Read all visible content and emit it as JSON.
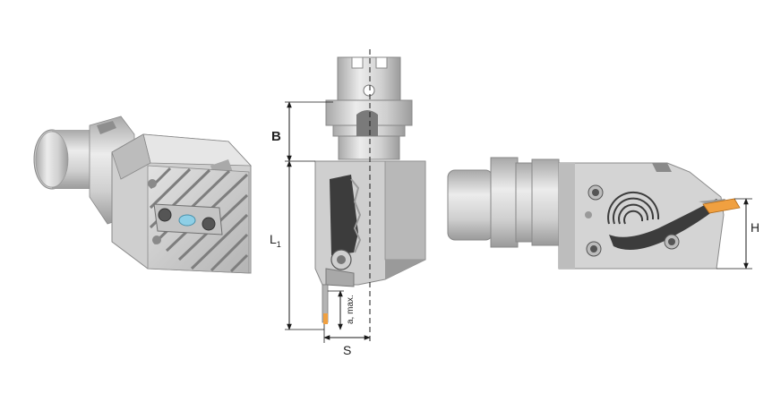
{
  "figure": {
    "views": [
      "isometric-view",
      "front-view",
      "side-view"
    ],
    "dimension_labels": {
      "B": "B",
      "L1_main": "L",
      "L1_sub": "1",
      "a_max": "a, max.",
      "S": "S",
      "H": "H"
    },
    "colors": {
      "body_light": "#d9d9d9",
      "body_mid": "#bdbdbd",
      "body_dark": "#9a9a9a",
      "insert_orange": "#f0a040",
      "slot_dark": "#3c3c3c",
      "dimension_line": "#1a1a1a"
    }
  }
}
